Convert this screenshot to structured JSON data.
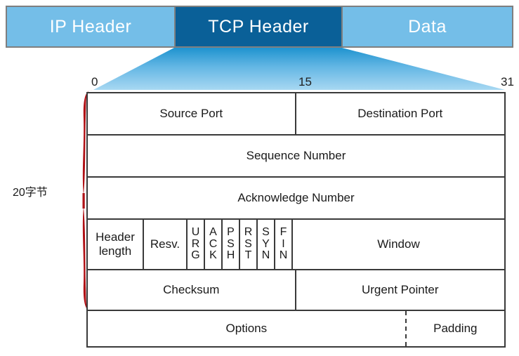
{
  "packet_strip": {
    "segments": [
      {
        "name": "ip-header",
        "label": "IP Header",
        "color": "#74bee8",
        "highlighted": false
      },
      {
        "name": "tcp-header",
        "label": "TCP  Header",
        "color": "#0a6098",
        "highlighted": true
      },
      {
        "name": "data",
        "label": "Data",
        "color": "#74bee8",
        "highlighted": false
      }
    ]
  },
  "bit_ruler": {
    "ticks": [
      {
        "value": "0"
      },
      {
        "value": "15"
      },
      {
        "value": "31"
      }
    ]
  },
  "brace": {
    "label": "20字节",
    "color": "#b01116"
  },
  "tcp_header": {
    "rows": [
      {
        "name": "ports-row",
        "cells": [
          {
            "label": "Source Port"
          },
          {
            "label": "Destination Port"
          }
        ]
      },
      {
        "name": "sequence-row",
        "cells": [
          {
            "label": "Sequence Number"
          }
        ]
      },
      {
        "name": "acknowledge-row",
        "cells": [
          {
            "label": "Acknowledge Number"
          }
        ]
      },
      {
        "name": "flags-row",
        "header_length": "Header length",
        "header_length_line1": "Header",
        "header_length_line2": "length",
        "reserved": "Resv.",
        "flags": [
          {
            "name": "urg",
            "letters": [
              "U",
              "R",
              "G"
            ]
          },
          {
            "name": "ack",
            "letters": [
              "A",
              "C",
              "K"
            ]
          },
          {
            "name": "psh",
            "letters": [
              "P",
              "S",
              "H"
            ]
          },
          {
            "name": "rst",
            "letters": [
              "R",
              "S",
              "T"
            ]
          },
          {
            "name": "syn",
            "letters": [
              "S",
              "Y",
              "N"
            ]
          },
          {
            "name": "fin",
            "letters": [
              "F",
              "I",
              "N"
            ]
          }
        ],
        "window": "Window"
      },
      {
        "name": "checksum-row",
        "cells": [
          {
            "label": "Checksum"
          },
          {
            "label": "Urgent Pointer"
          }
        ]
      },
      {
        "name": "options-row",
        "cells": [
          {
            "label": "Options"
          },
          {
            "label": "Padding"
          }
        ]
      }
    ]
  },
  "colors": {
    "light_blue": "#74bee8",
    "dark_blue": "#0a6098",
    "border_gray": "#7f7f7f",
    "table_border": "#3a3a3a",
    "brace_red": "#b01116"
  }
}
